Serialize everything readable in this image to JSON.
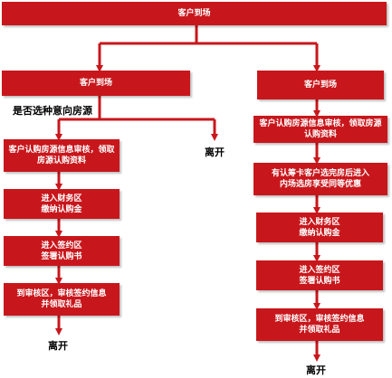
{
  "colors": {
    "box": "#c8171c",
    "line": "#c8171c",
    "text_on_box": "#ffffff"
  },
  "root": {
    "label": "客户到场"
  },
  "left": {
    "header": "客户到场",
    "question": "是否选种意向房源",
    "leave_label": "离开",
    "steps": [
      "客户认购房源信息审核，领取房源认购资料",
      "进入财务区\n缴纳认购金",
      "进入签约区\n签署认购书",
      "到审核区，审核签约信息\n并领取礼品"
    ],
    "end_label": "离开"
  },
  "right": {
    "header": "客户到场",
    "steps": [
      "客户认购房源信息审核，领取房源认购资料",
      "有认筹卡客户选完房后进入\n内场选房享受同等优惠",
      "进入财务区\n缴纳认购金",
      "进入签约区\n签署认购书",
      "到审核区，审核签约信息\n并领取礼品"
    ],
    "end_label": "离开"
  }
}
